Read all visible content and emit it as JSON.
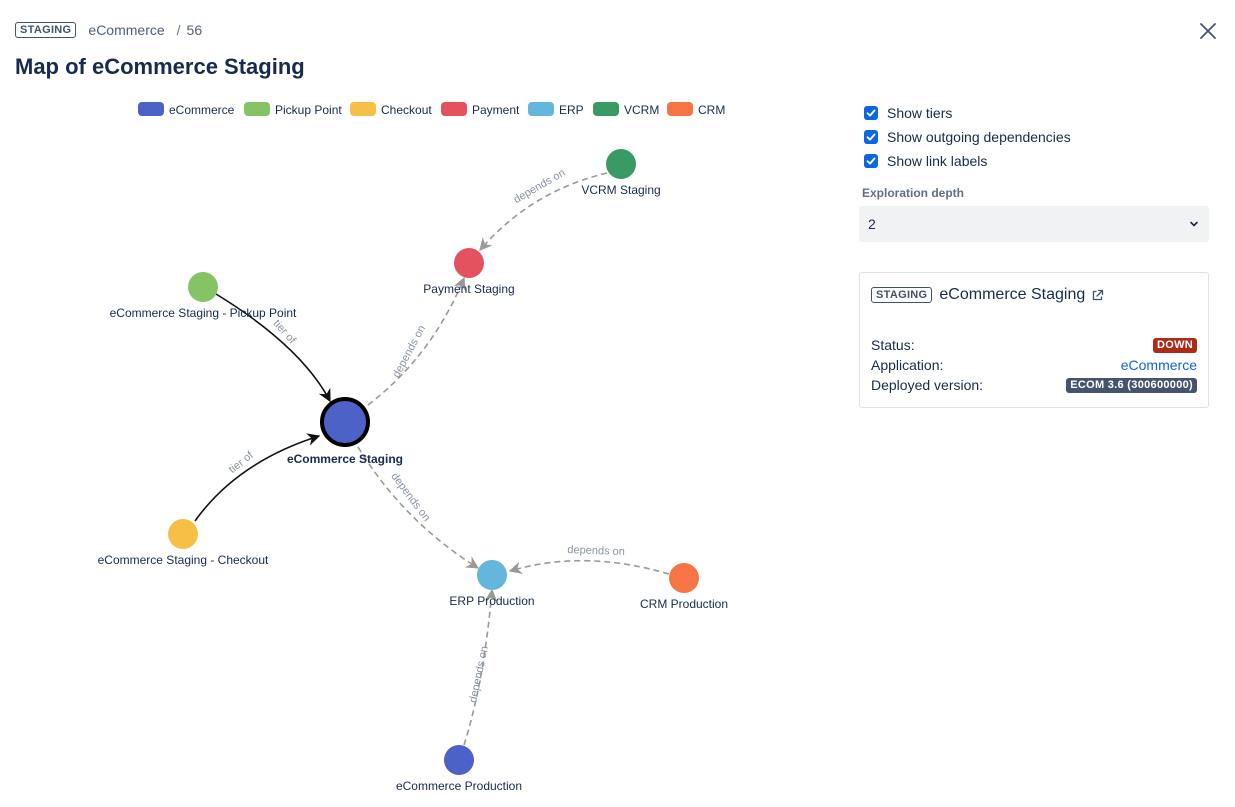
{
  "header": {
    "env_badge": "STAGING",
    "breadcrumb_app": "eCommerce",
    "breadcrumb_sep": "/",
    "breadcrumb_id": "56",
    "title": "Map of eCommerce Staging"
  },
  "icons": {
    "close": "close-icon",
    "external": "external-link-icon",
    "chevron": "chevron-down-icon",
    "check": "checkmark-icon"
  },
  "colors": {
    "eCommerce": "#4c62c7",
    "Pickup Point": "#84c467",
    "Checkout": "#f7bf46",
    "Payment": "#e5525f",
    "ERP": "#65b6dc",
    "VCRM": "#3a9a64",
    "CRM": "#f67446"
  },
  "legend": [
    "eCommerce",
    "Pickup Point",
    "Checkout",
    "Payment",
    "ERP",
    "VCRM",
    "CRM"
  ],
  "diagram": {
    "nodes": [
      {
        "id": "ecom_staging",
        "label": "eCommerce Staging",
        "group": "eCommerce",
        "focus": true
      },
      {
        "id": "pickup",
        "label": "eCommerce Staging - Pickup Point",
        "group": "Pickup Point"
      },
      {
        "id": "checkout",
        "label": "eCommerce Staging - Checkout",
        "group": "Checkout"
      },
      {
        "id": "payment",
        "label": "Payment Staging",
        "group": "Payment"
      },
      {
        "id": "vcrm",
        "label": "VCRM Staging",
        "group": "VCRM"
      },
      {
        "id": "erp",
        "label": "ERP Production",
        "group": "ERP"
      },
      {
        "id": "crm",
        "label": "CRM Production",
        "group": "CRM"
      },
      {
        "id": "ecom_prod",
        "label": "eCommerce Production",
        "group": "eCommerce"
      }
    ],
    "edges": [
      {
        "from": "pickup",
        "to": "ecom_staging",
        "label": "tier of",
        "kind": "tier"
      },
      {
        "from": "checkout",
        "to": "ecom_staging",
        "label": "tier of",
        "kind": "tier"
      },
      {
        "from": "ecom_staging",
        "to": "payment",
        "label": "depends on",
        "kind": "dependency"
      },
      {
        "from": "vcrm",
        "to": "payment",
        "label": "depends on",
        "kind": "dependency"
      },
      {
        "from": "ecom_staging",
        "to": "erp",
        "label": "depends on",
        "kind": "dependency"
      },
      {
        "from": "crm",
        "to": "erp",
        "label": "depends on",
        "kind": "dependency"
      },
      {
        "from": "ecom_prod",
        "to": "erp",
        "label": "depends on",
        "kind": "dependency"
      }
    ]
  },
  "options": {
    "show_tiers": {
      "label": "Show tiers",
      "checked": true
    },
    "show_outgoing": {
      "label": "Show outgoing dependencies",
      "checked": true
    },
    "show_link_labels": {
      "label": "Show link labels",
      "checked": true
    }
  },
  "depth": {
    "label": "Exploration depth",
    "value": "2"
  },
  "details": {
    "env_badge": "STAGING",
    "title": "eCommerce Staging",
    "status_label": "Status:",
    "status_value": "DOWN",
    "application_label": "Application:",
    "application_value": "eCommerce",
    "version_label": "Deployed version:",
    "version_value": "ECOM 3.6 (300600000)"
  }
}
